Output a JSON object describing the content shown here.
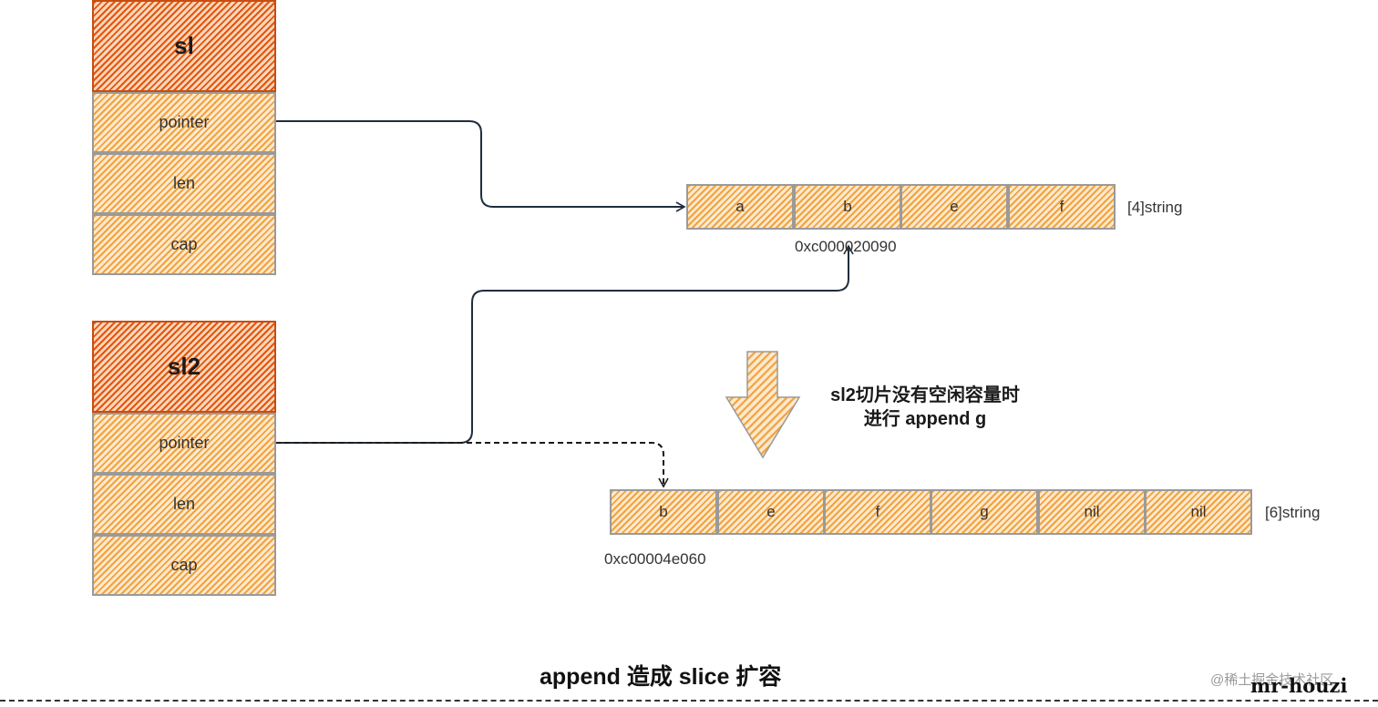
{
  "struct_sl": {
    "name": "sl",
    "fields": [
      "pointer",
      "len",
      "cap"
    ]
  },
  "struct_sl2": {
    "name": "sl2",
    "fields": [
      "pointer",
      "len",
      "cap"
    ]
  },
  "array_old": {
    "elements": [
      "a",
      "b",
      "e",
      "f"
    ],
    "type_label": "[4]string",
    "address": "0xc000020090"
  },
  "array_new": {
    "elements": [
      "b",
      "e",
      "f",
      "g",
      "nil",
      "nil"
    ],
    "type_label": "[6]string",
    "address": "0xc00004e060"
  },
  "note": {
    "line1": "sl2切片没有空闲容量时",
    "line2": "进行 append g"
  },
  "caption": "append 造成 slice 扩容",
  "watermark": "@稀土掘金技术社区",
  "author": "mr-houzi",
  "colors": {
    "head_fill": "#e2560b",
    "cell_fill": "#f2a23c",
    "border": "#9a9a9a",
    "line": "#1f2d3d"
  }
}
